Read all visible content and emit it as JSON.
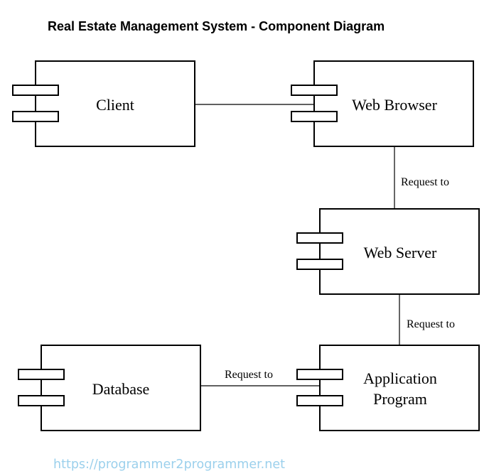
{
  "title": "Real Estate Management System - Component Diagram",
  "components": {
    "client": {
      "label": "Client"
    },
    "web_browser": {
      "label": "Web Browser"
    },
    "web_server": {
      "label": "Web Server"
    },
    "application_program": {
      "label_line1": "Application",
      "label_line2": "Program"
    },
    "database": {
      "label": "Database"
    }
  },
  "connections": {
    "browser_to_server": {
      "label": "Request to"
    },
    "server_to_app": {
      "label": "Request to"
    },
    "app_to_database": {
      "label": "Request to"
    }
  },
  "watermark": "https://programmer2programmer.net"
}
